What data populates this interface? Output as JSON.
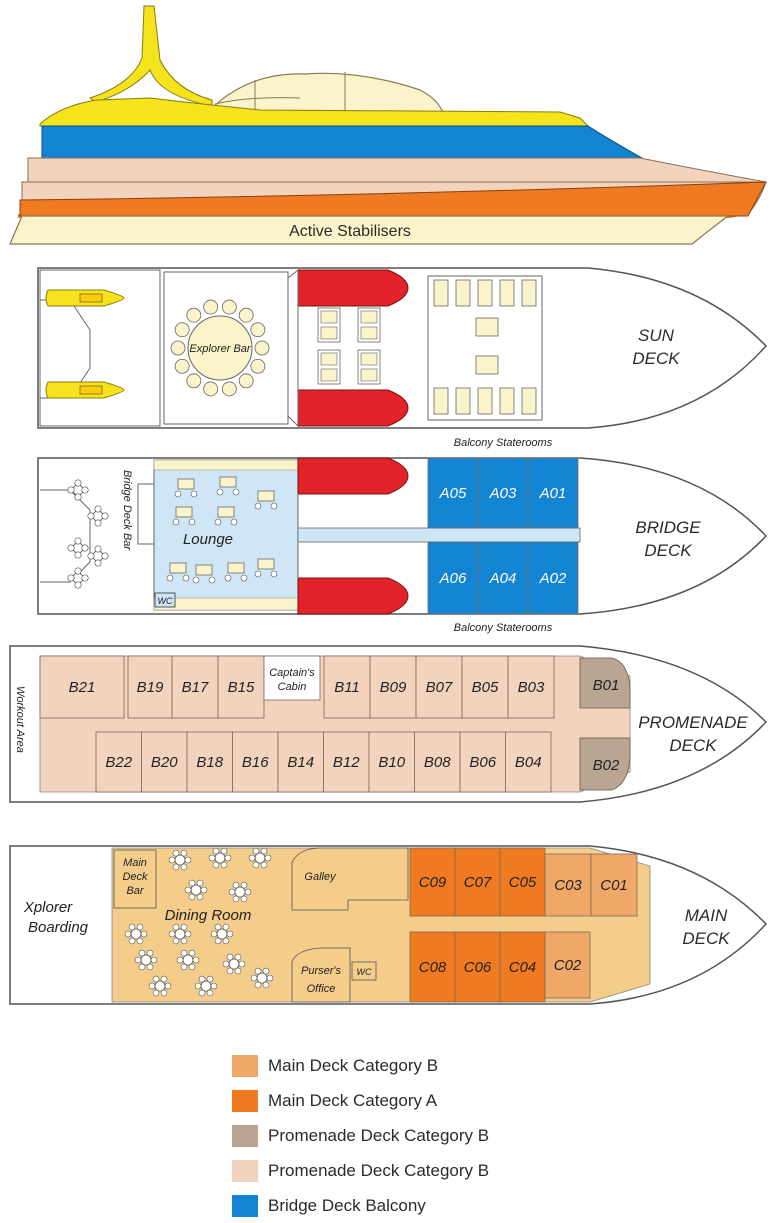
{
  "colors": {
    "main_b": "#f0a868",
    "main_a": "#ef7a22",
    "prom_b_dark": "#b9a591",
    "prom_b_light": "#f2d3bd",
    "bridge_balcony": "#1384d1",
    "red": "#e3232a",
    "yellow": "#f5e31c",
    "light_yellow": "#fbf3c9",
    "lounge": "#cfe6f6",
    "tan": "#f4cd8a"
  },
  "ship_profile": {
    "stabilisers_label": "Active Stabilisers"
  },
  "sun_deck": {
    "name_line1": "SUN",
    "name_line2": "DECK",
    "explorer_bar": "Explorer Bar"
  },
  "bridge_deck": {
    "name_line1": "BRIDGE",
    "name_line2": "DECK",
    "balcony_top": "Balcony Staterooms",
    "balcony_bottom": "Balcony Staterooms",
    "bar_label": "Bridge Deck Bar",
    "lounge": "Lounge",
    "wc": "WC",
    "cabins": [
      "A05",
      "A03",
      "A01",
      "A06",
      "A04",
      "A02"
    ]
  },
  "promenade_deck": {
    "name_line1": "PROMENADE",
    "name_line2": "DECK",
    "workout": "Workout Area",
    "captain_line1": "Captain's",
    "captain_line2": "Cabin",
    "top_cabins": [
      "B21",
      "B19",
      "B17",
      "B15",
      "B11",
      "B09",
      "B07",
      "B05",
      "B03"
    ],
    "bottom_cabins": [
      "B22",
      "B20",
      "B18",
      "B16",
      "B14",
      "B12",
      "B10",
      "B08",
      "B06",
      "B04"
    ],
    "dark_cabins": [
      "B01",
      "B02"
    ]
  },
  "main_deck": {
    "name_line1": "MAIN",
    "name_line2": "DECK",
    "boarding_line1": "Xplorer",
    "boarding_line2": "Boarding",
    "bar_line1": "Main",
    "bar_line2": "Deck",
    "bar_line3": "Bar",
    "dining": "Dining Room",
    "galley": "Galley",
    "purser_line1": "Purser's",
    "purser_line2": "Office",
    "wc": "WC",
    "top_cabins_a": [
      "C09",
      "C07",
      "C05"
    ],
    "top_cabins_b": [
      "C03",
      "C01"
    ],
    "bottom_cabins_a": [
      "C08",
      "C06",
      "C04"
    ],
    "bottom_cabins_b": [
      "C02"
    ]
  },
  "legend": [
    {
      "label": "Main Deck Category B",
      "color": "#f0a868"
    },
    {
      "label": "Main Deck Category A",
      "color": "#ef7a22"
    },
    {
      "label": "Promenade Deck Category B",
      "color": "#b9a591"
    },
    {
      "label": "Promenade Deck Category B",
      "color": "#f2d3bd"
    },
    {
      "label": "Bridge Deck Balcony",
      "color": "#1384d1"
    }
  ]
}
